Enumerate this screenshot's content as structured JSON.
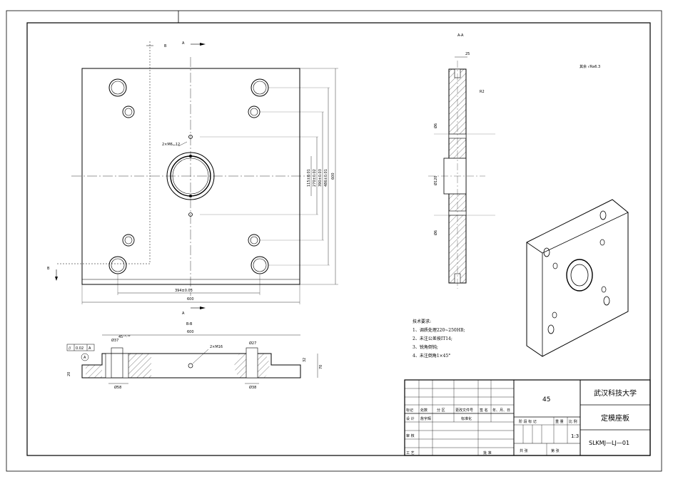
{
  "views": {
    "section_aa_label": "A-A",
    "section_bb_label": "B-B",
    "cut_letter_a": "A",
    "cut_letter_b": "B",
    "roughness_note": "其余 √Ra6.3"
  },
  "dimensions": {
    "overall_width": "600",
    "overall_height": "600",
    "hole_spacing_x": "394±0.03",
    "dim_v1": "115±0.01",
    "dim_v2": "270±0.02",
    "dim_v3": "390±0.03",
    "dim_v4": "486±0.01",
    "tapped_holes": "2×M6⌴12",
    "section_width": "600",
    "section_offset": "45⁺⁰·⁰²",
    "dia_top1": "Ø37",
    "dia_top2": "Ø27",
    "dia_bottom1": "Ø58",
    "dia_bottom2": "Ø38",
    "tapped_b": "2×M16",
    "thickness": "70",
    "depth_a": "20",
    "depth_b": "32",
    "flatness": "0.02",
    "datum": "A",
    "aa_top": "25",
    "aa_dia1": "Ø6",
    "aa_dia2": "Ø120",
    "aa_dia3": "Ø6",
    "aa_r": "R2"
  },
  "tech_requirements": {
    "title": "技术要求:",
    "lines": [
      "1、调质处理220~250HB;",
      "2、未注公差按IT14;",
      "3、锐角倒钝;",
      "4、未注倒角1×45°"
    ]
  },
  "title_block": {
    "material": "45",
    "organization": "武汉科技大学",
    "part_name": "定模座板",
    "drawing_no": "SLKMJ—LJ—01",
    "scale": "1:3",
    "row_labels": [
      "标记",
      "处数",
      "分 区",
      "更改文件号",
      "签 名",
      "年、月、日"
    ],
    "designer_label": "设 计",
    "designer_name": "詹宇辉",
    "std_label": "标准化",
    "check_label": "审 核",
    "process_label": "工 艺",
    "approve_label": "批 准",
    "stage_label": "阶 段 标 记",
    "weight_label": "重 量",
    "scale_label": "比 例",
    "sheet_total": "共 张",
    "sheet_no": "第 张"
  }
}
